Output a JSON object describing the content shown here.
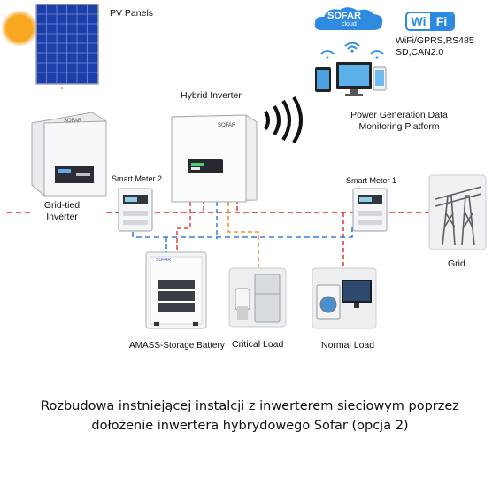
{
  "nodes": {
    "pv_panels": {
      "label": "PV Panels"
    },
    "hybrid_inverter": {
      "label": "Hybrid Inverter",
      "brand": "SOFAR"
    },
    "grid_tied_inverter": {
      "label_line1": "Grid-tied",
      "label_line2": "Inverter",
      "brand": "SOFAR"
    },
    "smart_meter_2": {
      "label": "Smart Meter 2"
    },
    "smart_meter_1": {
      "label": "Smart Meter 1"
    },
    "grid": {
      "label": "Grid"
    },
    "battery": {
      "label": "AMASS-Storage Battery",
      "brand": "SOFAR"
    },
    "critical_load": {
      "label": "Critical Load"
    },
    "normal_load": {
      "label": "Normal Load"
    },
    "monitoring": {
      "label_line1": "Power Generation Data",
      "label_line2": "Monitoring Platform"
    }
  },
  "cloud": {
    "brand": "SOFAR",
    "sub": "cloud"
  },
  "wifi_badge": {
    "left": "Wi",
    "right": "Fi"
  },
  "comms": {
    "line1": "WiFi/GPRS,RS485",
    "line2": "SD,CAN2.0"
  },
  "caption": {
    "line1": "Rozbudowa instniejącej instalcji z inwerterem sieciowym poprzez",
    "line2": "dołożenie inwertera hybrydowego Sofar (opcja 2)"
  },
  "colors": {
    "ac_line": "#e8403a",
    "comm_line": "#3a7fd6",
    "dc_line": "#f0962e",
    "solar_blue": "#2a56c9",
    "wifi_blue": "#2b8be0"
  }
}
